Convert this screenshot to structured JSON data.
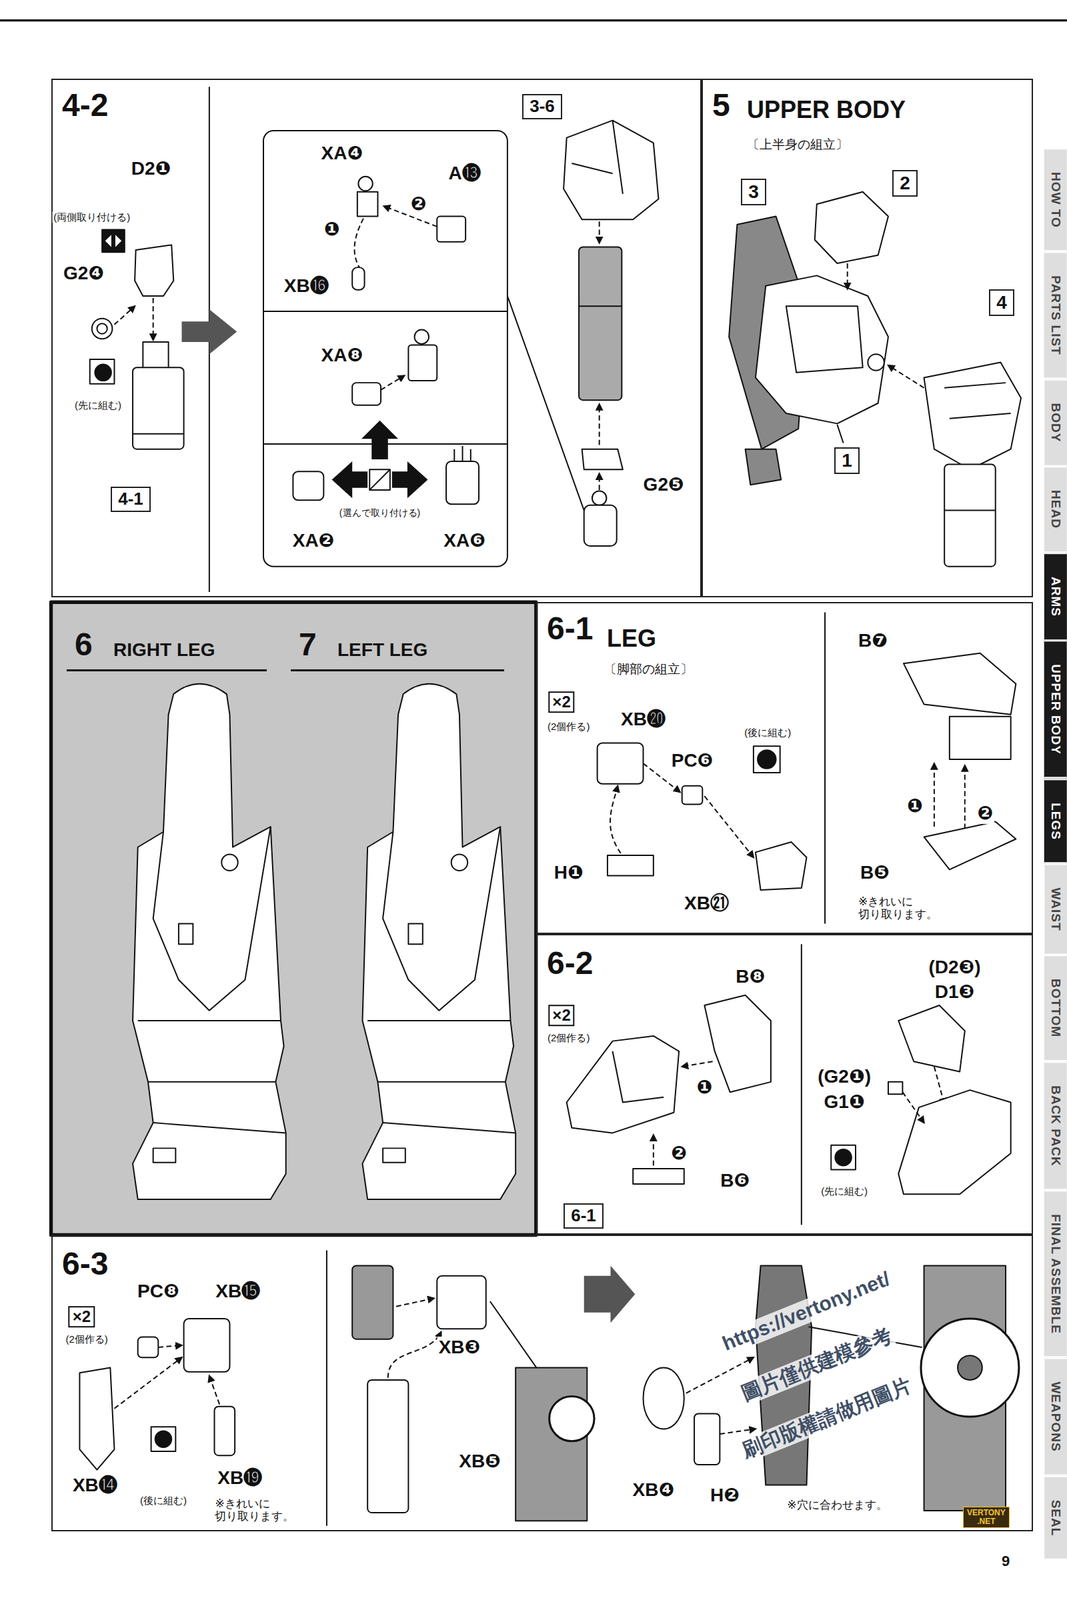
{
  "diagram": {
    "nodes": [
      {
        "text": [
          "4-2"
        ]
      },
      {
        "text": [
          "4-1"
        ],
        "in": 0
      },
      {
        "text": [
          "3-6"
        ],
        "in": 0
      },
      {
        "text": [
          "5",
          "UPPER BODY",
          "〔上半身の組立〕"
        ]
      },
      {
        "text": [
          "3"
        ],
        "in": 3
      },
      {
        "text": [
          "2"
        ],
        "in": 3
      },
      {
        "text": [
          "4"
        ],
        "in": 3
      },
      {
        "text": [
          "1"
        ],
        "in": 3
      },
      {
        "text": [
          "6",
          "RIGHT LEG"
        ]
      },
      {
        "text": [
          "7",
          "LEFT LEG"
        ]
      },
      {
        "text": [
          "6-1",
          "LEG",
          "〔脚部の組立〕"
        ]
      },
      {
        "text": [
          "6-2"
        ]
      },
      {
        "text": [
          "6-1"
        ],
        "in": 11
      },
      {
        "text": [
          "6-3"
        ]
      },
      {
        "text": [
          "VERTONY",
          ".NET"
        ]
      }
    ],
    "labels": [
      "D2❶",
      "(両側取り付ける)",
      "G2❹",
      "(先に組む)",
      "XA❹",
      "A⓭",
      "XB⓰",
      "❶",
      "❷",
      "XA❽",
      "XA❷",
      "(選んで取り付ける)",
      "XA❻",
      "G2❺",
      "×2",
      "(2個作る)",
      "XB⓴",
      "PC❻",
      "(後に組む)",
      "H❶",
      "XB㉑",
      "B❼",
      "❶",
      "❷",
      "B❺",
      "※きれいに 切り取ります。",
      "×2",
      "(2個作る)",
      "B❽",
      "❶",
      "❷",
      "B❻",
      "(D2❸)",
      "D1❸",
      "(G2❶)",
      "G1❶",
      "(先に組む)",
      "×2",
      "(2個作る)",
      "PC❽",
      "XB⓯",
      "XB⓮",
      "(後に組む)",
      "XB⓳",
      "※きれいに 切り取ります。",
      "XB❸",
      "XB❺",
      "XB❹",
      "H❷",
      "※穴に合わせます。",
      "https://vertony.net/",
      "圖片僅供建模參考",
      "刷印版權請做用圖片",
      "9",
      "HOW TO",
      "PARTS LIST",
      "BODY",
      "HEAD",
      "ARMS",
      "UPPER BODY",
      "LEGS",
      "WAIST",
      "BOTTOM",
      "BACK PACK",
      "FINAL ASSEMBLE",
      "WEAPONS",
      "SEAL"
    ]
  }
}
